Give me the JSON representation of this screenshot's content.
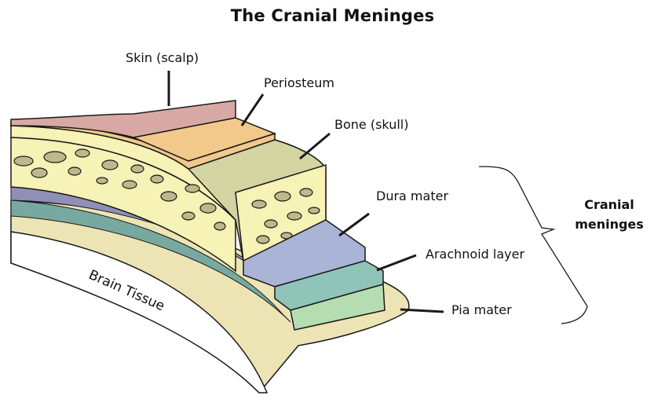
{
  "title": "The Cranial Meninges",
  "labels": {
    "skin": "Skin (scalp)",
    "periosteum": "Periosteum",
    "bone": "Bone (skull)",
    "dura": "Dura mater",
    "arachnoid": "Arachnoid layer",
    "pia": "Pia mater",
    "brain": "Brain Tissue"
  },
  "group": {
    "line1": "Cranial",
    "line2": "meninges"
  },
  "colors": {
    "skin": "#d8a9a4",
    "periosteum": "#f2c98a",
    "bone": "#f7f2b5",
    "bone_cut": "#d4d3a2",
    "spongy": "#bdb98a",
    "dura": "#a9b4d6",
    "dura_dark": "#8f8fb8",
    "arachnoid": "#78a9a0",
    "pia": "#b6ddb2",
    "brain_surface": "#ece4b4",
    "outline": "#1a1a1a"
  }
}
